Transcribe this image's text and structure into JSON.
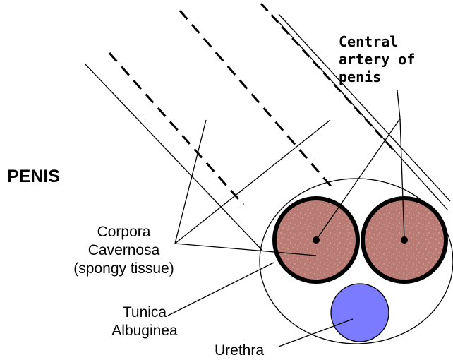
{
  "title": "PENIS",
  "labels": {
    "central_artery": [
      "Central",
      "artery of",
      "penis"
    ],
    "corpora_cavernosa": [
      "Corpora",
      "Cavernosa",
      "(spongy tissue)"
    ],
    "tunica_albuginea": [
      "Tunica",
      "Albuginea"
    ],
    "urethra": "Urethra"
  },
  "colors": {
    "corpora_fill": "#b97b74",
    "urethra_fill": "#7b7bff",
    "outline": "#000000"
  }
}
